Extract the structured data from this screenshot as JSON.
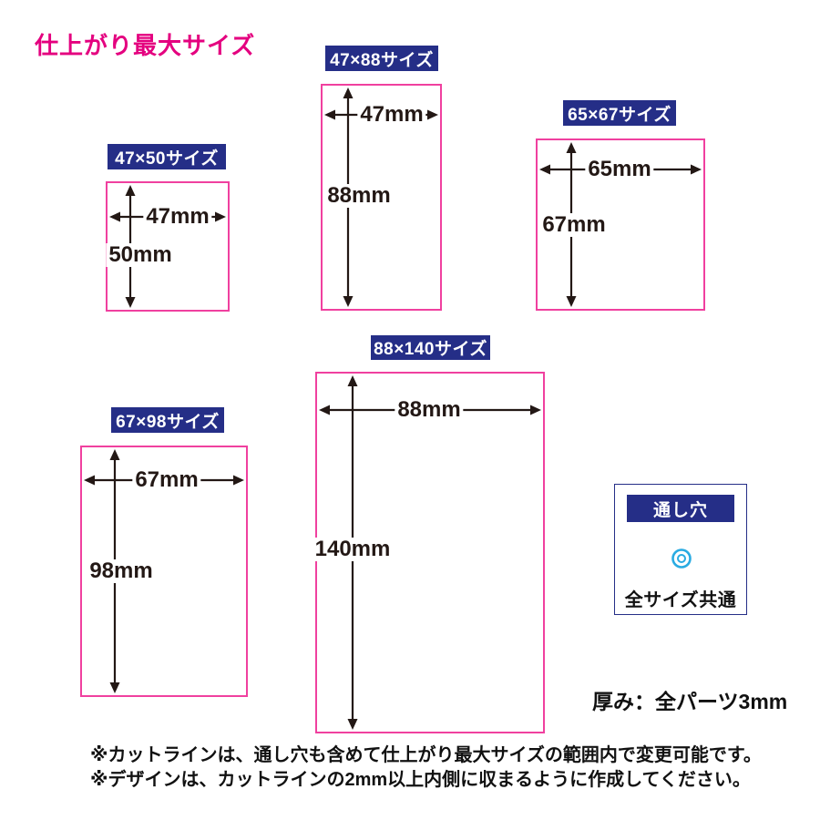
{
  "title": "仕上がり最大サイズ",
  "colors": {
    "title_pink": "#e4007f",
    "cutline_pink": "#f0409f",
    "navy": "#252e87",
    "hole_blue": "#29abe2",
    "arrow_dark": "#231815"
  },
  "figures": [
    {
      "label": "47×50サイズ",
      "width_label": "47mm",
      "height_label": "50mm",
      "width_mm": 47,
      "height_mm": 50
    },
    {
      "label": "47×88サイズ",
      "width_label": "47mm",
      "height_label": "88mm",
      "width_mm": 47,
      "height_mm": 88
    },
    {
      "label": "65×67サイズ",
      "width_label": "65mm",
      "height_label": "67mm",
      "width_mm": 65,
      "height_mm": 67
    },
    {
      "label": "67×98サイズ",
      "width_label": "67mm",
      "height_label": "98mm",
      "width_mm": 67,
      "height_mm": 98
    },
    {
      "label": "88×140サイズ",
      "width_label": "88mm",
      "height_label": "140mm",
      "width_mm": 88,
      "height_mm": 140
    }
  ],
  "hole_box": {
    "title": "通し穴",
    "caption": "全サイズ共通"
  },
  "thickness_note": "厚み：全パーツ3mm",
  "notes": [
    "※カットラインは、通し穴も含めて仕上がり最大サイズの範囲内で変更可能です。",
    "※デザインは、カットラインの2mm以上内側に収まるように作成してください。"
  ]
}
